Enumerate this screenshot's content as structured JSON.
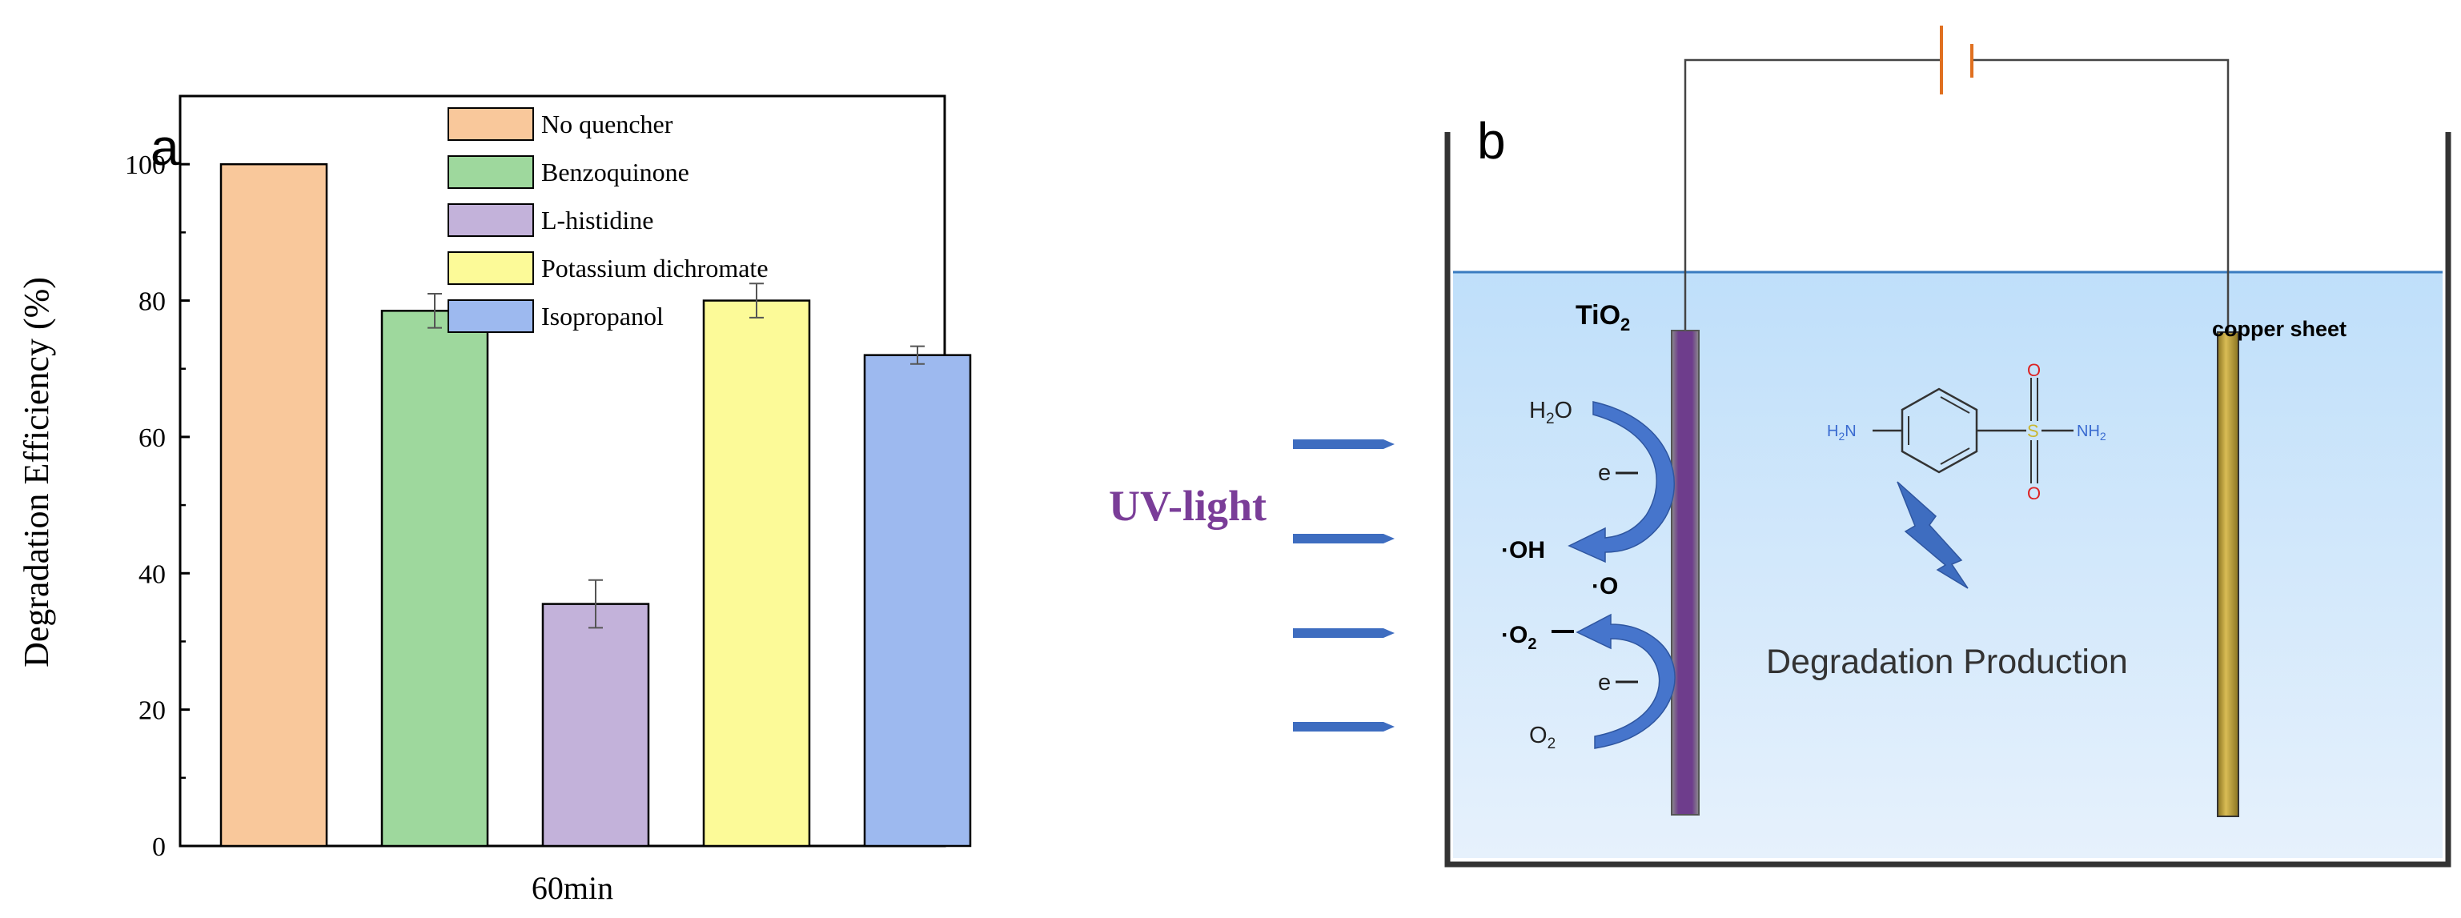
{
  "chart_data": {
    "type": "bar",
    "panel_label": "a",
    "ylabel": "Degradation Efficiency (%)",
    "xlabel": "60min",
    "ylim": [
      0,
      110
    ],
    "yticks": [
      "0",
      "20",
      "40",
      "60",
      "80",
      "100"
    ],
    "grid": false,
    "legend_position": "top-center",
    "series": [
      {
        "name": "No quencher",
        "value": 100,
        "error": 0,
        "color": "#F9C89B"
      },
      {
        "name": "Benzoquinone",
        "value": 78.5,
        "error": 2.5,
        "color": "#9ED89D"
      },
      {
        "name": "L-histidine",
        "value": 35.5,
        "error": 3.5,
        "color": "#C3B2DA"
      },
      {
        "name": "Potassium dichromate",
        "value": 80,
        "error": 2.5,
        "color": "#FCFA98"
      },
      {
        "name": "Isopropanol",
        "value": 72,
        "error": 1.3,
        "color": "#9DB9EF"
      }
    ]
  },
  "diagram": {
    "panel_label": "b",
    "uv_label": "UV-light",
    "anode_label": "TiO",
    "anode_sub": "2",
    "cathode_label": "copper sheet",
    "water_label": "H",
    "water_sub": "2",
    "water_tail": "O",
    "electron_label": "e",
    "hydroxyl_label": "·OH",
    "oxygen_radical_label": "·O",
    "superoxide_label": "·O",
    "superoxide_sub": "2",
    "oxygen_label": "O",
    "oxygen_sub": "2",
    "molecule_h2n": "H",
    "molecule_h2n_sub": "2",
    "molecule_n": "N",
    "molecule_s": "S",
    "molecule_o": "O",
    "molecule_nh": "NH",
    "molecule_nh_sub": "2",
    "product_label": "Degradation Production",
    "colors": {
      "solution_top": "#BFDFFA",
      "solution_bottom": "#E3F0FB",
      "electrode_tio2": "#6E3D8C",
      "electrode_copper": "#C6A842",
      "arrow_blue": "#3E6DC0",
      "battery": "#E07020",
      "uv_text": "#7A3D98"
    }
  }
}
